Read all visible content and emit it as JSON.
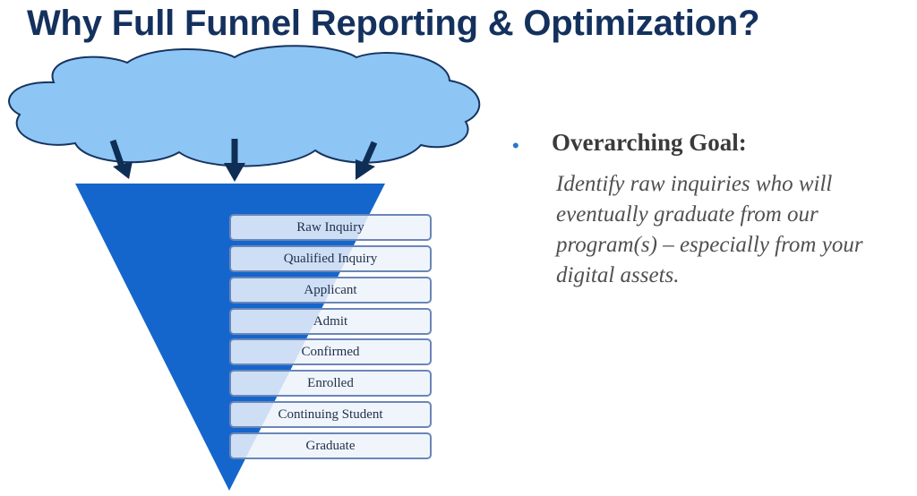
{
  "title": "Why Full Funnel Reporting & Optimization?",
  "funnel": {
    "stages": [
      "Raw Inquiry",
      "Qualified Inquiry",
      "Applicant",
      "Admit",
      "Confirmed",
      "Enrolled",
      "Continuing Student",
      "Graduate"
    ]
  },
  "bullet": {
    "heading": "Overarching Goal:",
    "text": "Identify raw inquiries who will eventually graduate from our program(s) – especially from your digital assets."
  },
  "colors": {
    "title": "#14315e",
    "funnel": "#1466cc",
    "cloud": "#8dc5f4",
    "arrow": "#0f2e55",
    "bullet": "#2e74c8"
  }
}
